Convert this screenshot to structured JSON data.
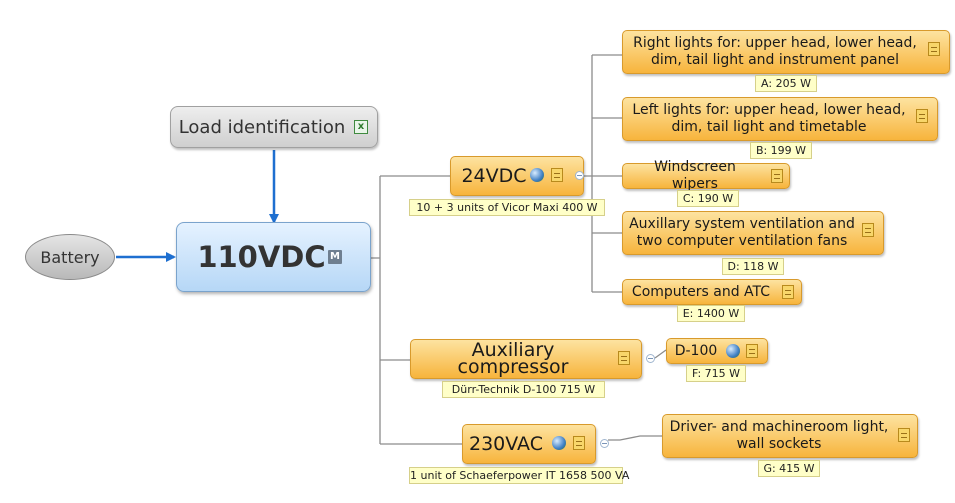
{
  "central": {
    "label": "110VDC",
    "icon": "map-icon"
  },
  "battery": {
    "label": "Battery"
  },
  "load_identification": {
    "label": "Load identification",
    "icon": "spreadsheet-icon"
  },
  "branches": {
    "dc24": {
      "label": "24VDC",
      "note": "10 +  3 units of Vicor Maxi 400 W",
      "children": [
        {
          "label": "Right lights for: upper head, lower head, dim, tail light and instrument panel",
          "note": "A: 205 W"
        },
        {
          "label": "Left lights for: upper head, lower head, dim, tail light and timetable",
          "note": "B: 199 W"
        },
        {
          "label": "Windscreen wipers",
          "note": "C: 190 W"
        },
        {
          "label": "Auxillary system ventilation and two computer ventilation fans",
          "note": "D: 118 W"
        },
        {
          "label": "Computers and ATC",
          "note": "E: 1400 W"
        }
      ]
    },
    "compressor": {
      "label": "Auxiliary compressor",
      "note": "Dürr-Technik D-100 715 W",
      "child": {
        "label": "D-100",
        "note": "F: 715 W"
      }
    },
    "ac230": {
      "label": "230VAC",
      "note": "1 unit of Schaeferpower IT 1658 500 VA",
      "child": {
        "label": "Driver- and machineroom light, wall sockets",
        "note": "G: 415 W"
      }
    }
  },
  "colors": {
    "arrow": "#1e6fd0",
    "topic": "#f7b43c",
    "central": "#b6d7f6",
    "connector": "#8c8c8c"
  }
}
